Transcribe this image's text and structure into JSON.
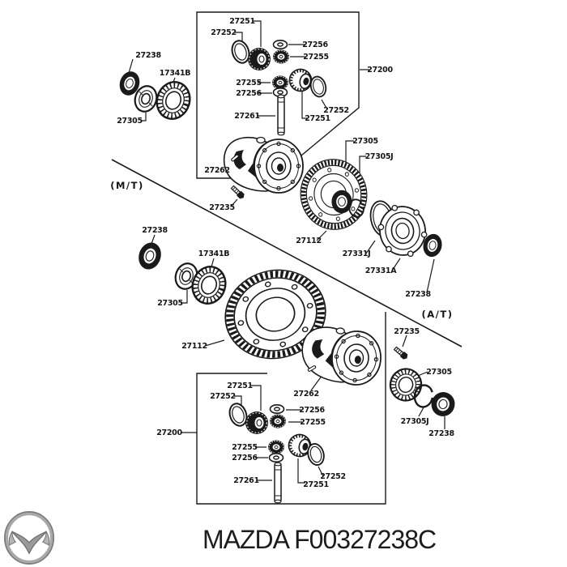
{
  "diagram": {
    "section_labels": {
      "mt": "(M/T)",
      "at": "(A/T)"
    },
    "parts": {
      "27112": "27112",
      "17341B": "17341B",
      "27200": "27200",
      "27235": "27235",
      "27238": "27238",
      "27251": "27251",
      "27252": "27252",
      "27255": "27255",
      "27256": "27256",
      "27261": "27261",
      "27262": "27262",
      "27305": "27305",
      "27305J": "27305J",
      "27331A": "27331A",
      "27331J": "27331J"
    }
  },
  "footer": {
    "brand": "MAZDA",
    "part_number": "F00327238C"
  },
  "colors": {
    "line": "#1a1a1a",
    "background": "#ffffff",
    "logo_silver": "#9a9a9a"
  }
}
